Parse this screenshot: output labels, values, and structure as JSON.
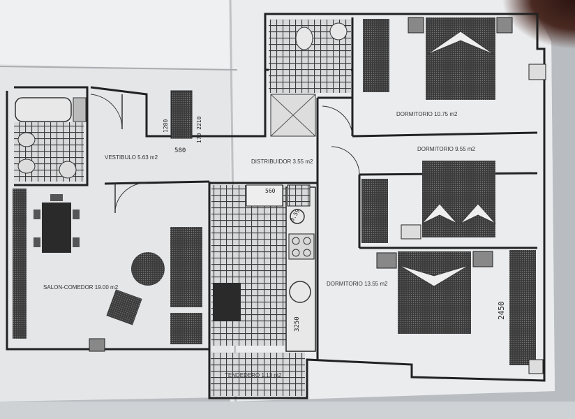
{
  "rooms": {
    "vestibulo": "VESTIBULO 5.63 m2",
    "distribuidor": "DISTRIBUIDOR 3.55 m2",
    "dormitorio1": "DORMITORIO 10.75 m2",
    "dormitorio2": "DORMITORIO 9.55 m2",
    "dormitorio3": "DORMITORIO 13.55 m2",
    "salon": "SALON-COMEDOR 19.00 m2",
    "tendedero": "TENDEDERO 1.13 m2"
  },
  "dimensions": {
    "d1": "1280",
    "d2": "580",
    "d3": "170 2210",
    "d4": "560",
    "d5": "3250",
    "d6": "2450",
    "d7": "0.59"
  },
  "colors": {
    "paper": "#eceeef",
    "ink": "#222222",
    "tile": "#444444",
    "furniture": "#2a2a2a",
    "shadow": "#2b1410"
  }
}
